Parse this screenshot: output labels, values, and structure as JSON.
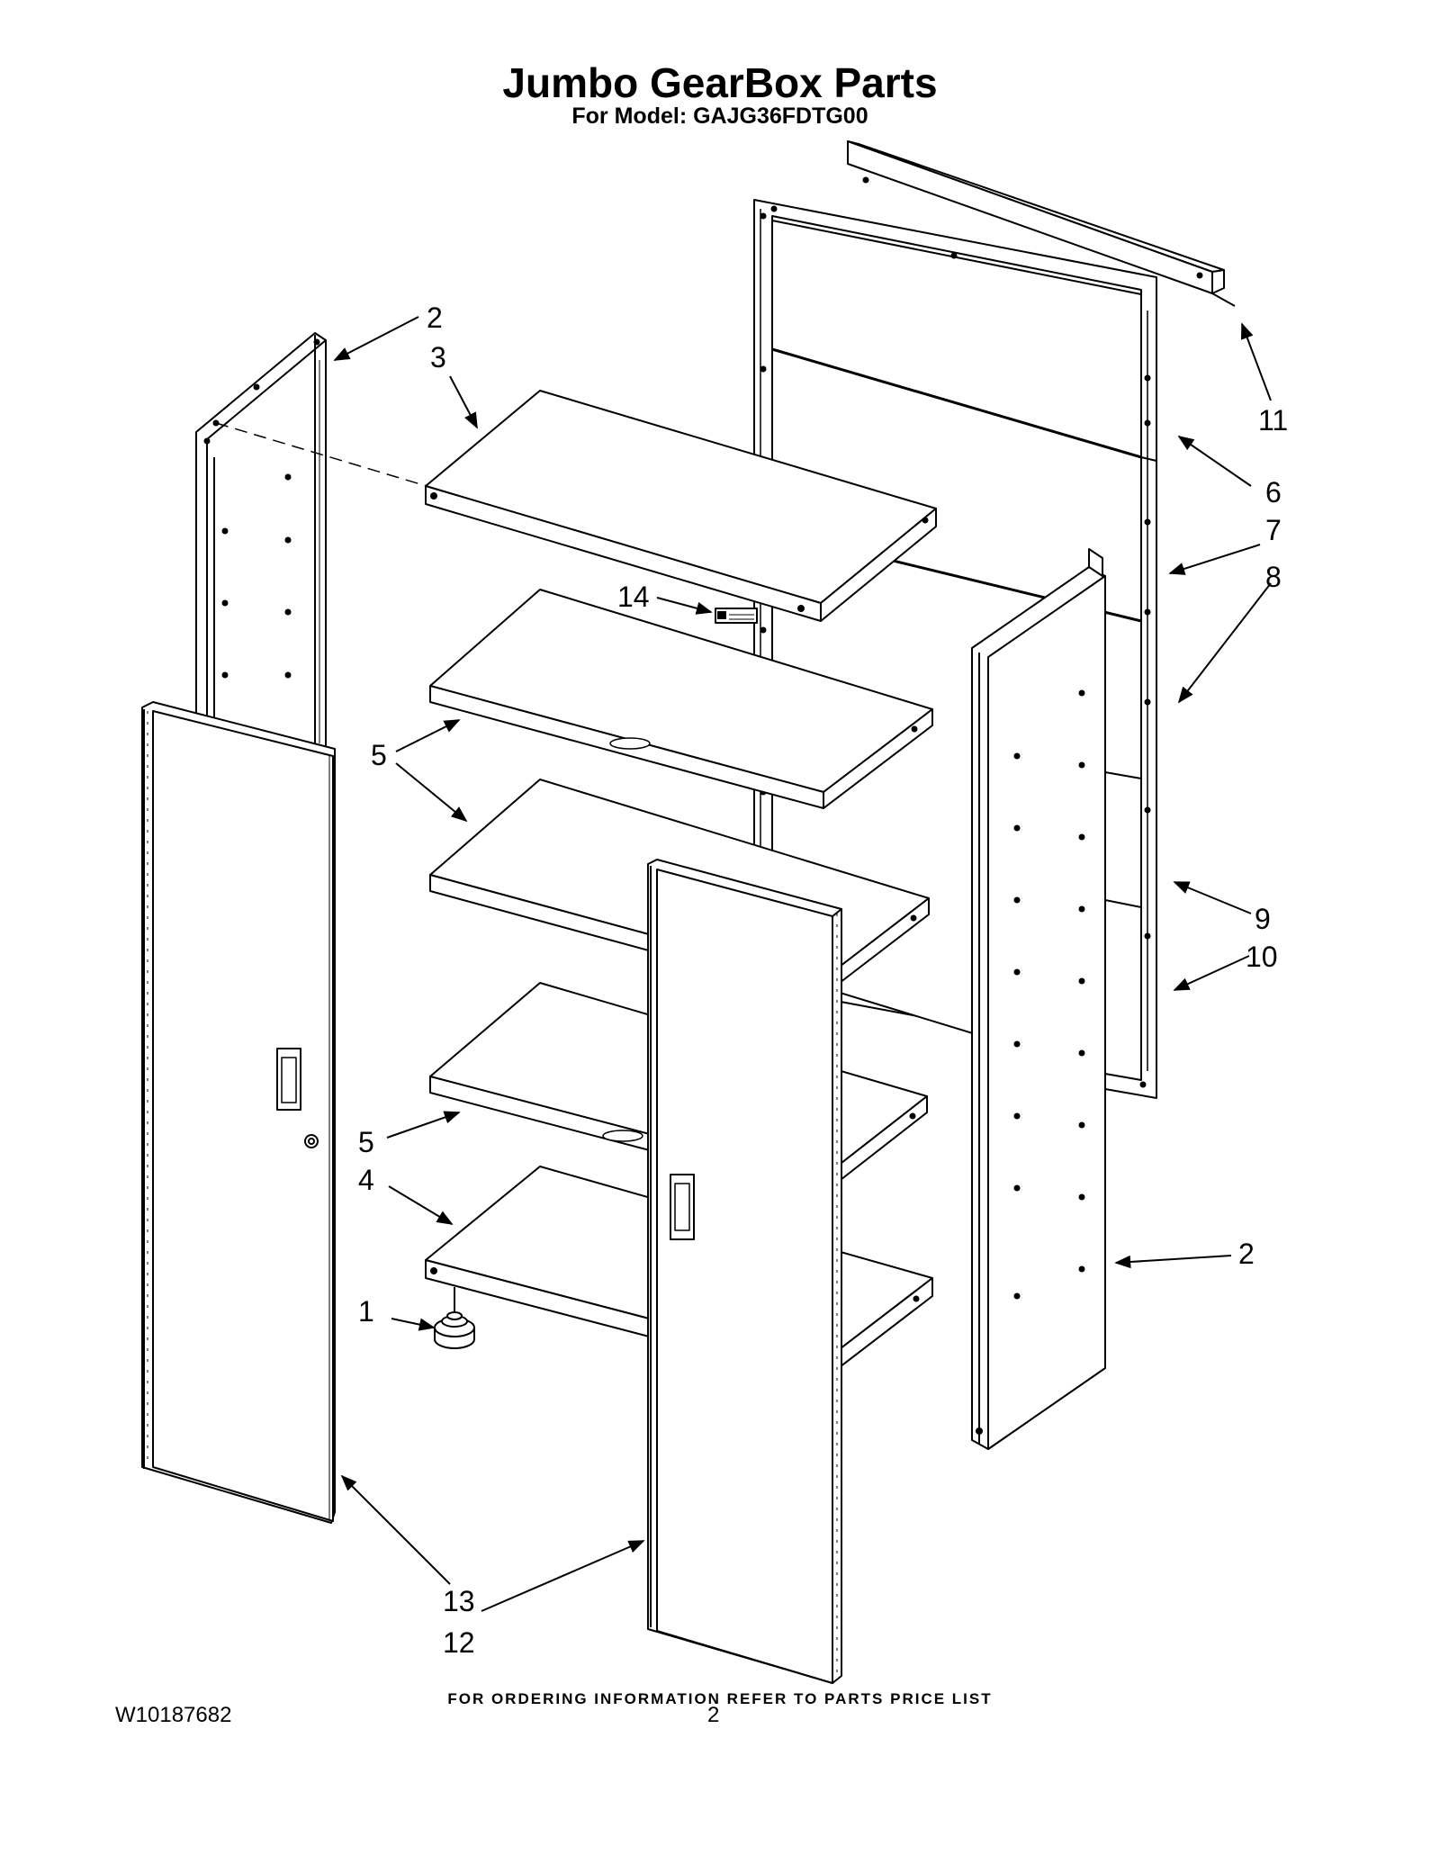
{
  "header": {
    "title": "Jumbo GearBox Parts",
    "subtitle": "For Model: GAJG36FDTG00"
  },
  "footer": {
    "ordering_note": "FOR ORDERING INFORMATION REFER TO PARTS PRICE LIST",
    "doc_number": "W10187682",
    "page_number": "2"
  },
  "callouts": {
    "c1": "1",
    "c2_top": "2",
    "c2_right": "2",
    "c3": "3",
    "c4": "4",
    "c5_upper": "5",
    "c5_lower": "5",
    "c6": "6",
    "c7": "7",
    "c8": "8",
    "c9": "9",
    "c10": "10",
    "c11": "11",
    "c12": "12",
    "c13": "13",
    "c14": "14"
  }
}
